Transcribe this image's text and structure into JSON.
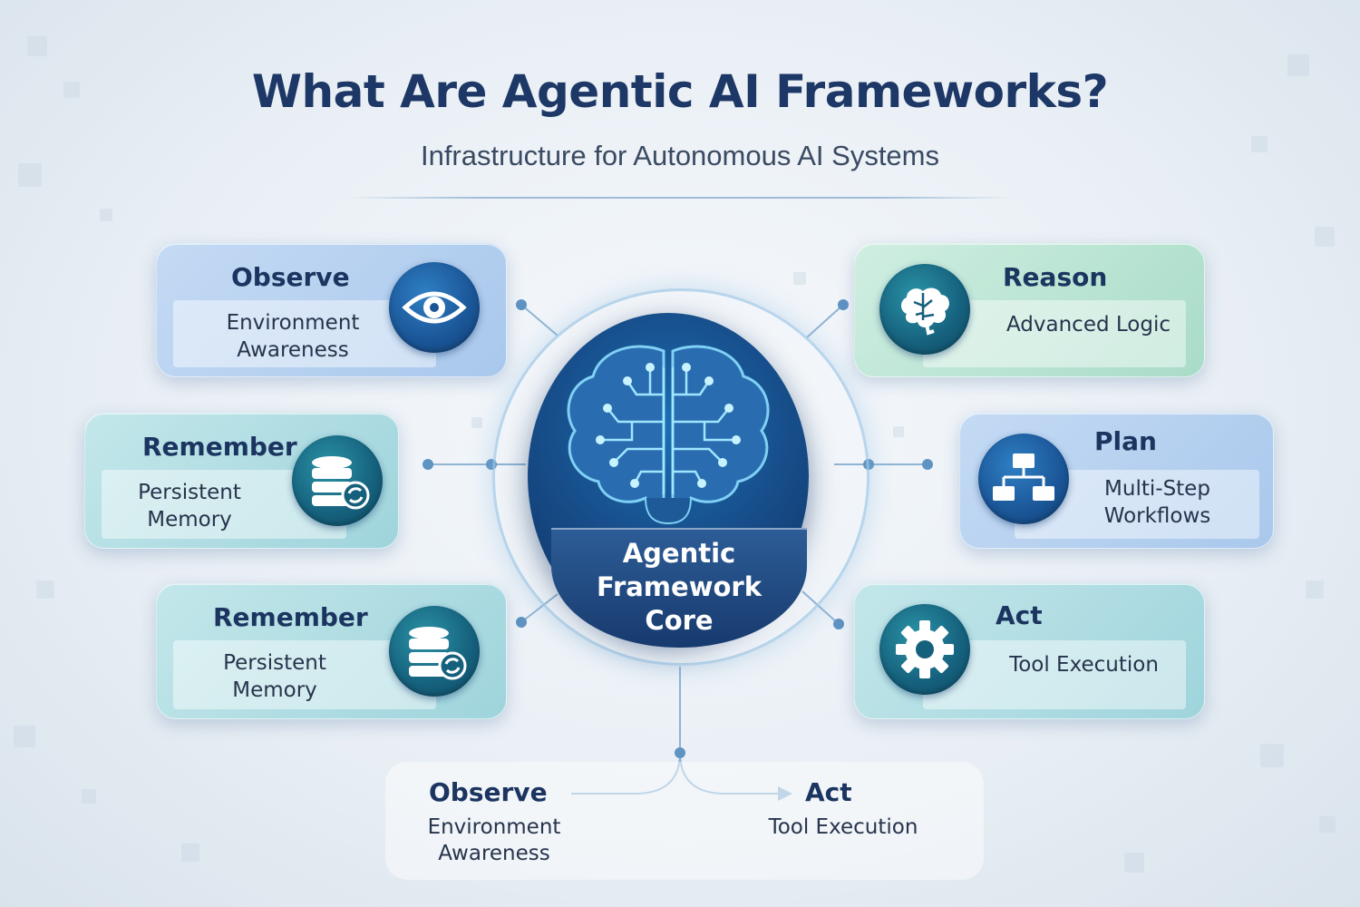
{
  "header": {
    "title": "What Are Agentic AI Frameworks?",
    "subtitle": "Infrastructure for Autonomous AI Systems"
  },
  "core": {
    "label_line1": "Agentic",
    "label_line2": "Framework",
    "label_line3": "Core"
  },
  "cards": {
    "observe": {
      "title": "Observe",
      "line1": "Environment",
      "line2": "Awareness",
      "icon": "eye-icon"
    },
    "remember_1": {
      "title": "Remember",
      "line1": "Persistent",
      "line2": "Memory",
      "icon": "database-sync-icon"
    },
    "remember_2": {
      "title": "Remember",
      "line1": "Persistent",
      "line2": "Memory",
      "icon": "database-sync-icon"
    },
    "reason": {
      "title": "Reason",
      "line1": "Advanced Logic",
      "icon": "brain-icon"
    },
    "plan": {
      "title": "Plan",
      "line1": "Multi-Step",
      "line2": "Workflows",
      "icon": "flowchart-icon"
    },
    "act": {
      "title": "Act",
      "line1": "Tool Execution",
      "icon": "gear-icon"
    }
  },
  "bottom_flow": {
    "observe_title": "Observe",
    "observe_line1": "Environment",
    "observe_line2": "Awareness",
    "act_title": "Act",
    "act_line1": "Tool Execution"
  },
  "colors": {
    "title": "#1d3766",
    "card_blue": "#b4d0f0",
    "card_green": "#b9e4d2",
    "card_teal": "#ade0e4",
    "icon_blue": "#1a5596",
    "core": "#174f8c"
  }
}
